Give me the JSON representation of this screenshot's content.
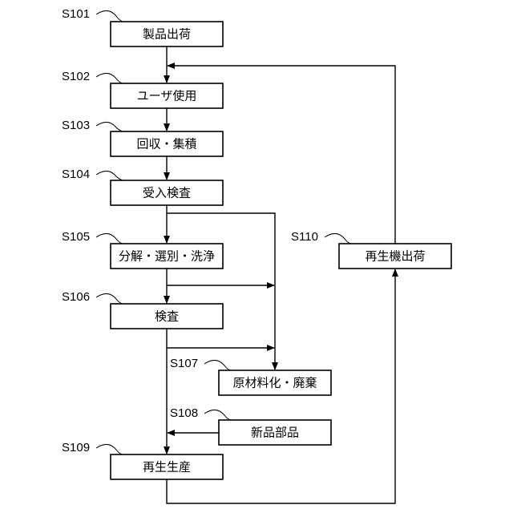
{
  "steps": {
    "s101": {
      "id": "S101",
      "label": "製品出荷"
    },
    "s102": {
      "id": "S102",
      "label": "ユーザ使用"
    },
    "s103": {
      "id": "S103",
      "label": "回収・集積"
    },
    "s104": {
      "id": "S104",
      "label": "受入検査"
    },
    "s105": {
      "id": "S105",
      "label": "分解・選別・洗浄"
    },
    "s106": {
      "id": "S106",
      "label": "検査"
    },
    "s107": {
      "id": "S107",
      "label": "原材料化・廃棄"
    },
    "s108": {
      "id": "S108",
      "label": "新品部品"
    },
    "s109": {
      "id": "S109",
      "label": "再生生産"
    },
    "s110": {
      "id": "S110",
      "label": "再生機出荷"
    }
  }
}
